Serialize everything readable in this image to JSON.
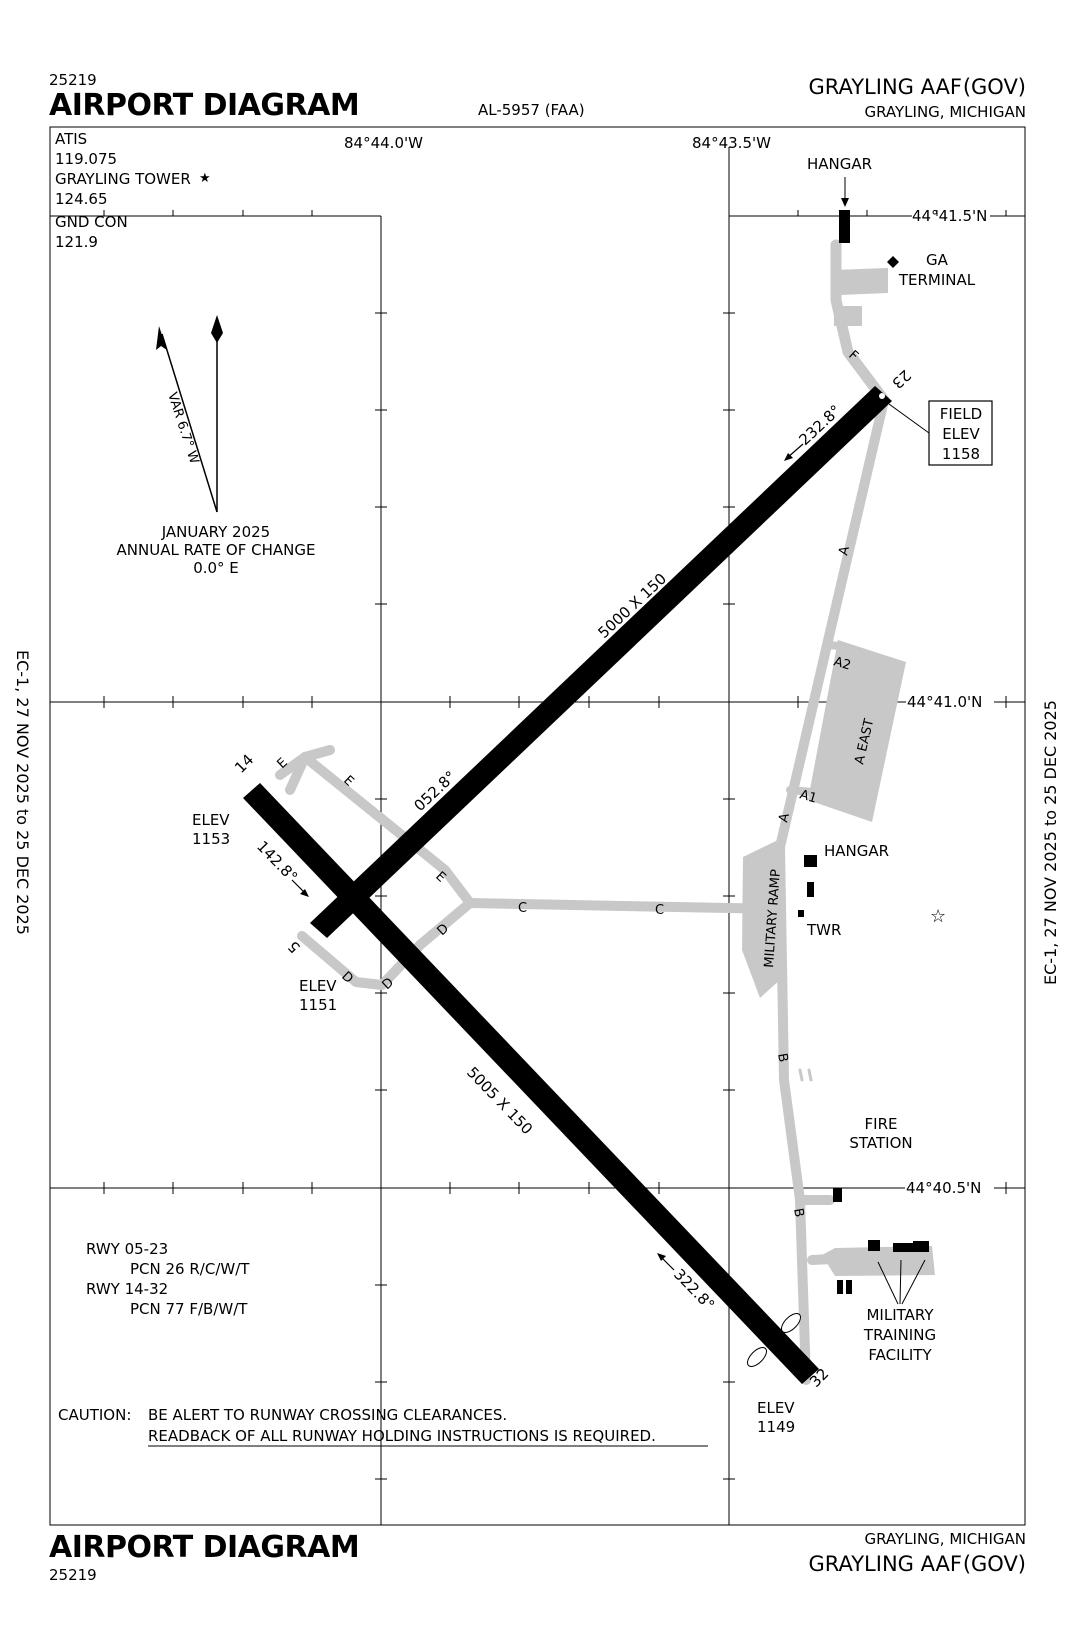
{
  "header": {
    "procedure_number_top": "25219",
    "title_top": "AIRPORT DIAGRAM",
    "al_number": "AL-5957 (FAA)",
    "airport_name_top": "GRAYLING AAF",
    "airport_id_top": "(GOV)",
    "city_state_top": "GRAYLING, MICHIGAN"
  },
  "footer": {
    "title_bottom": "AIRPORT DIAGRAM",
    "procedure_number_bottom": "25219",
    "city_state_bottom": "GRAYLING, MICHIGAN",
    "airport_name_bottom": "GRAYLING AAF",
    "airport_id_bottom": "(GOV)"
  },
  "effective_dates": {
    "left": "EC-1, 27 NOV 2025  to  25 DEC 2025",
    "right": "EC-1, 27 NOV 2025  to  25 DEC 2025"
  },
  "frequencies": {
    "atis_label": "ATIS",
    "atis_freq": "119.075",
    "tower_label": "GRAYLING TOWER",
    "tower_star": "★",
    "tower_freq": "124.65",
    "gnd_label": "GND CON",
    "gnd_freq": "121.9"
  },
  "coordinates": {
    "lon_1": "84°44.0'W",
    "lon_2": "84°43.5'W",
    "lat_1": "44°41.5'N",
    "lat_2": "44°41.0'N",
    "lat_3": "44°40.5'N"
  },
  "magnetic": {
    "variation": "VAR 6.7° W",
    "date": "JANUARY 2025",
    "rate_label": "ANNUAL RATE OF CHANGE",
    "rate_value": "0.0° E"
  },
  "runways": {
    "rwy_05_23": {
      "dimensions": "5000 X 150",
      "end_5": "5",
      "end_23": "23",
      "hdg_052": "052.8°",
      "hdg_232": "232.8°",
      "elev_5_label": "ELEV",
      "elev_5": "1151"
    },
    "rwy_14_32": {
      "dimensions": "5005 X 150",
      "end_14": "14",
      "end_32": "32",
      "hdg_142": "142.8°",
      "hdg_322": "322.8°",
      "elev_14_label": "ELEV",
      "elev_14": "1153",
      "elev_32_label": "ELEV",
      "elev_32": "1149"
    }
  },
  "field_elev": {
    "line1": "FIELD",
    "line2": "ELEV",
    "value": "1158"
  },
  "taxiways": {
    "A": "A",
    "A1": "A1",
    "A2": "A2",
    "B": "B",
    "C": "C",
    "D": "D",
    "E": "E",
    "F": "F",
    "a_east": "A EAST",
    "military_ramp": "MILITARY RAMP"
  },
  "facilities": {
    "hangar_north": "HANGAR",
    "ga_terminal_1": "GA",
    "ga_terminal_2": "TERMINAL",
    "hangar_mil": "HANGAR",
    "twr": "TWR",
    "fire_1": "FIRE",
    "fire_2": "STATION",
    "mtf_1": "MILITARY",
    "mtf_2": "TRAINING",
    "mtf_3": "FACILITY"
  },
  "pcn": {
    "rwy_a": "RWY 05-23",
    "pcn_a": "PCN 26 R/C/W/T",
    "rwy_b": "RWY 14-32",
    "pcn_b": "PCN 77 F/B/W/T"
  },
  "caution": {
    "label": "CAUTION:",
    "line1": "BE ALERT TO RUNWAY CROSSING CLEARANCES.",
    "line2": "READBACK OF ALL RUNWAY HOLDING INSTRUCTIONS IS REQUIRED."
  },
  "colors": {
    "runway": "#000000",
    "taxiway": "#c8c8c8",
    "background": "#ffffff"
  }
}
